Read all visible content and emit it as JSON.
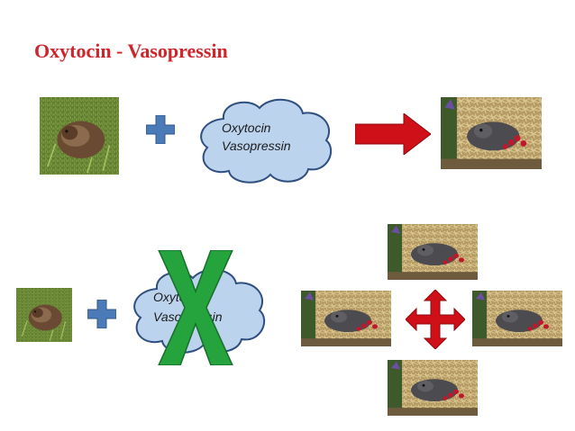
{
  "slide": {
    "title": "Oxytocin - Vasopressin",
    "row1": {
      "cloud_line1": "Oxytocin",
      "cloud_line2": "Vasopressin"
    },
    "row2": {
      "cloud_line1": "Oxytocin",
      "cloud_line2": "Vasopressin"
    }
  },
  "icons": {
    "plus": "plus-icon",
    "arrow": "right-arrow-icon",
    "cross": "x-cross-icon",
    "quad_arrow": "four-way-arrow-icon"
  },
  "colors": {
    "title": "#d0242b",
    "plus": "#4a7ab8",
    "cloud_fill": "#bcd3ee",
    "cloud_stroke": "#2e4f7f",
    "arrow": "#d01018",
    "cross": "#25a33d",
    "quad_arrow": "#d01018"
  }
}
